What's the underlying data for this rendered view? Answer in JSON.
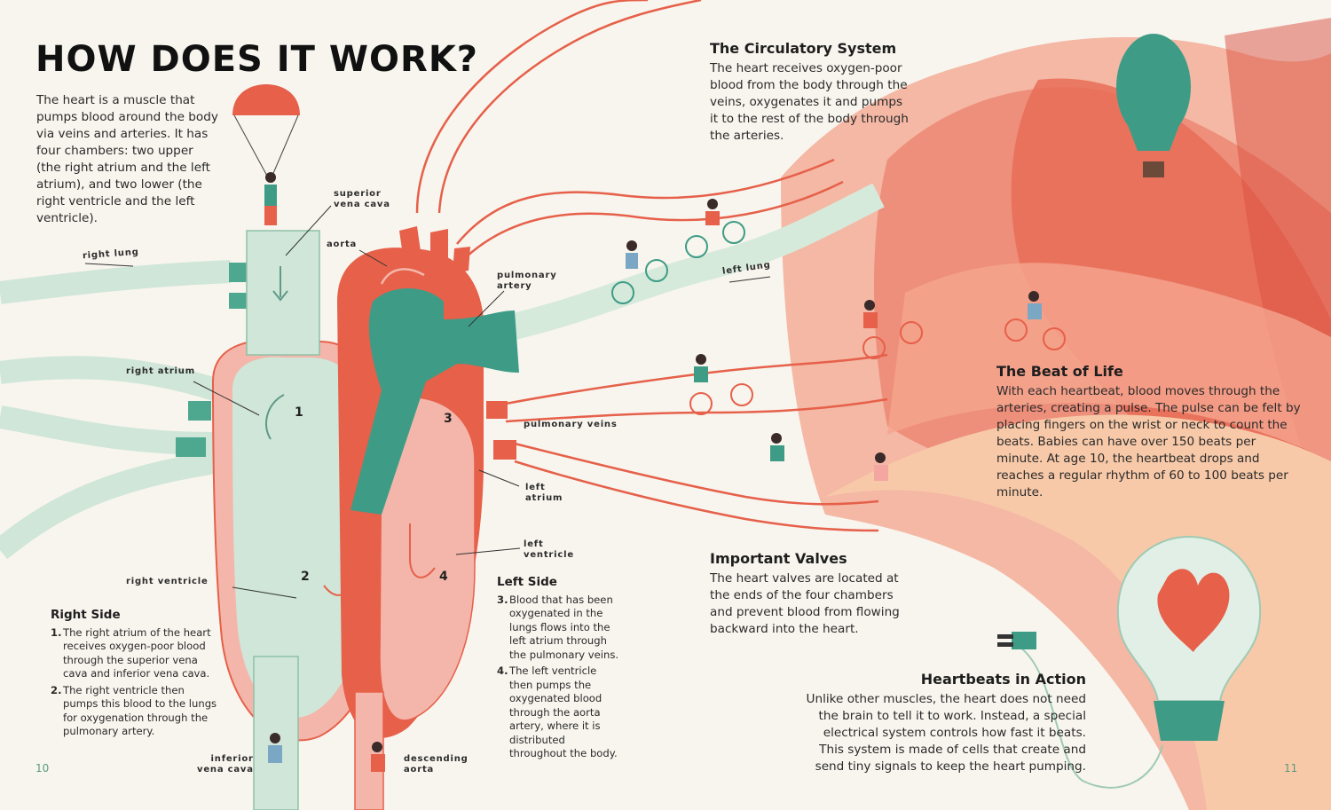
{
  "title": "HOW DOES IT WORK?",
  "intro": "The heart is a muscle that pumps blood around the body via veins and arteries. It has four chambers: two upper (the right atrium and the left atrium), and two lower (the right ventricle and the left ventricle).",
  "labels": {
    "superior_vena_cava": [
      "superior",
      "vena cava"
    ],
    "aorta": "aorta",
    "right_lung": "right lung",
    "pulmonary_artery": [
      "pulmonary",
      "artery"
    ],
    "left_lung": "left lung",
    "right_atrium": "right atrium",
    "pulmonary_veins": "pulmonary veins",
    "left_atrium": [
      "left",
      "atrium"
    ],
    "left_ventricle": [
      "left",
      "ventricle"
    ],
    "right_ventricle": "right ventricle",
    "inferior_vena_cava": [
      "inferior",
      "vena cava"
    ],
    "descending_aorta": [
      "descending",
      "aorta"
    ]
  },
  "chamber_numbers": [
    "1",
    "2",
    "3",
    "4"
  ],
  "right_side": {
    "heading": "Right Side",
    "items": [
      {
        "n": "1.",
        "text": "The right atrium of the heart receives oxygen-poor blood through the superior vena cava and inferior vena cava."
      },
      {
        "n": "2.",
        "text": "The right ventricle then pumps this blood to the lungs for oxygenation through the pulmonary artery."
      }
    ]
  },
  "left_side": {
    "heading": "Left Side",
    "items": [
      {
        "n": "3.",
        "text": "Blood that has been oxygenated in the lungs flows into the left atrium through the pulmonary veins."
      },
      {
        "n": "4.",
        "text": "The left ventricle then pumps the oxygenated blood through the aorta artery, where it is distributed throughout the body."
      }
    ]
  },
  "circulatory": {
    "heading": "The Circulatory System",
    "text": "The heart receives oxygen-poor blood from the body through the veins, oxygenates it and pumps it to the rest of the body through the arteries."
  },
  "beat_of_life": {
    "heading": "The Beat of Life",
    "text": "With each heartbeat, blood moves through the arteries, creating a pulse. The pulse can be felt by placing fingers on the wrist or neck to count the beats. Babies can have over 150 beats per minute. At age 10, the heartbeat drops and reaches a regular rhythm of 60 to 100 beats per minute."
  },
  "valves": {
    "heading": "Important Valves",
    "text": "The heart valves are located at the ends of the four chambers and prevent blood from flowing backward into the heart."
  },
  "action": {
    "heading": "Heartbeats in Action",
    "text": "Unlike other muscles, the heart does not need the brain to tell it to work. Instead, a special electrical system controls how fast it beats. This system is made of cells that create and send tiny signals to keep the heart pumping."
  },
  "page_numbers": {
    "left": "10",
    "right": "11"
  },
  "colors": {
    "red": "#e6604a",
    "pink": "#f4b6aa",
    "mint": "#cfe6d8",
    "teal": "#3e9c86",
    "peach": "#f7c9a8"
  }
}
